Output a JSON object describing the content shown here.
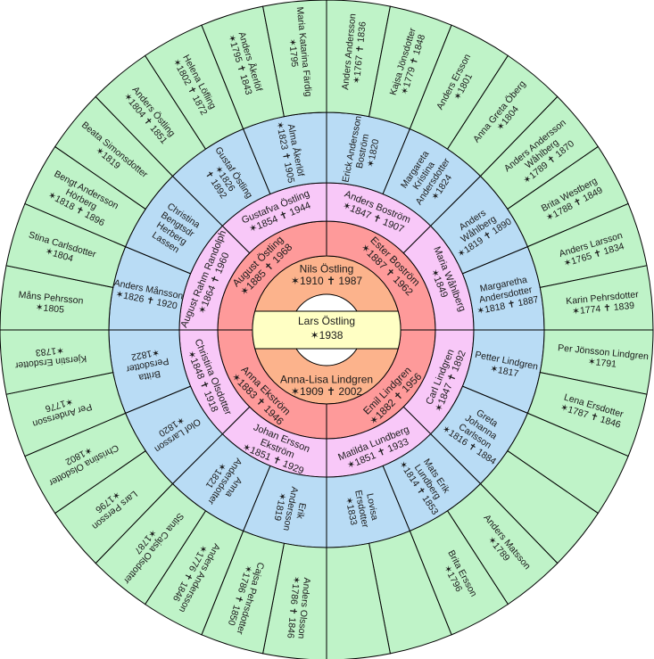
{
  "colors": {
    "center": "#ffffc4",
    "ring1": "#fcb38c",
    "ring2": "#fe9a9a",
    "ring3": "#f8c8f8",
    "ring4": "#b9dcf5",
    "ring5": "#bff3c8",
    "stroke": "#000000"
  },
  "center": {
    "name": "Lars Östling",
    "dates": "✶1938"
  },
  "rings": [
    {
      "ring": 1,
      "persons": [
        {
          "lines": [
            "Nils Östling",
            "✶1910 ✝ 1987"
          ]
        },
        {
          "lines": [
            "Anna-Lisa Lindgren",
            "✶1909 ✝ 2002"
          ]
        }
      ]
    },
    {
      "ring": 2,
      "persons": [
        {
          "lines": [
            "August Östling",
            "✶1885 ✝ 1968"
          ]
        },
        {
          "lines": [
            "Ester Boström",
            "✶1887 ✝ 1962"
          ]
        },
        {
          "lines": [
            "Emil Lindgren",
            "✶1882 ✝ 1956"
          ]
        },
        {
          "lines": [
            "Anna Ekström",
            "✶1883 ✝ 1946"
          ]
        }
      ]
    },
    {
      "ring": 3,
      "persons": [
        {
          "lines": [
            "August Rahm Randolph",
            "✶1864 ✝ 1960"
          ]
        },
        {
          "lines": [
            "Gustafva Östling",
            "✶1854 ✝ 1944"
          ]
        },
        {
          "lines": [
            "Anders Boström",
            "✶1847 ✝ 1907"
          ]
        },
        {
          "lines": [
            "Maria Wåhlberg",
            "✶1849"
          ]
        },
        {
          "lines": [
            "Carl Lindgren",
            "✶1847 ✝ 1892"
          ]
        },
        {
          "lines": [
            "Matilda Lundberg",
            "✶1851 ✝ 1933"
          ]
        },
        {
          "lines": [
            "Johan Ersson",
            "Ekström",
            "✶1851 ✝ 1929"
          ]
        },
        {
          "lines": [
            "Christina Olsdotter",
            "✶1848 ✝ 1918"
          ]
        }
      ]
    },
    {
      "ring": 4,
      "persons": [
        {
          "lines": [
            "Anders Månsson",
            "✶1826 ✝ 1920"
          ]
        },
        {
          "lines": [
            "Christina",
            "Bengtsdr",
            "Herberg",
            "Lassen"
          ]
        },
        {
          "lines": [
            "Gustaf Östling",
            "✶1826",
            "✝ 1892"
          ]
        },
        {
          "lines": [
            "Alma Åkerlöf",
            "✶1823 ✝ 1905"
          ]
        },
        {
          "lines": [
            "Erick Andersson",
            "Boström",
            "✶1820"
          ]
        },
        {
          "lines": [
            "Margareta",
            "Kristina",
            "Andersdotter",
            "✶1824"
          ]
        },
        {
          "lines": [
            "Anders",
            "Wåhlberg",
            "✶1819 ✝ 1890"
          ]
        },
        {
          "lines": [
            "Margaretha",
            "Andersdotter",
            "✶1818 ✝ 1887"
          ]
        },
        {
          "lines": [
            "Petter Lindgren",
            "✶1817"
          ]
        },
        {
          "lines": [
            "Greta",
            "Johanna",
            "Carlsson",
            "✶1816 ✝ 1884"
          ]
        },
        {
          "lines": [
            "Mats Erik",
            "Lundberg",
            "✶1814 ✝ 1853"
          ]
        },
        {
          "lines": [
            "Lovisa",
            "Ersdotter",
            "✶1833"
          ]
        },
        {
          "lines": [
            "Erik",
            "Andersson",
            "✶1819"
          ]
        },
        {
          "lines": [
            "Anna",
            "Andersdotter",
            "✶1821"
          ]
        },
        {
          "lines": [
            "Olof Larsson",
            "✶1820"
          ]
        },
        {
          "lines": [
            "Britta",
            "Persdotter",
            "✶1822"
          ]
        }
      ]
    },
    {
      "ring": 5,
      "persons": [
        {
          "lines": [
            "Måns Pehrsson",
            "✶1805"
          ]
        },
        {
          "lines": [
            "Stina Carlsdotter",
            "✶1804"
          ]
        },
        {
          "lines": [
            "Bengt Andersson",
            "Hörberg",
            "✶1818 ✝ 1896"
          ]
        },
        {
          "lines": [
            "Beata Simonsdotter",
            "✶1819"
          ]
        },
        {
          "lines": [
            "Anders Östling",
            "✶1804 ✝ 1851"
          ]
        },
        {
          "lines": [
            "Helena Löfling",
            "✶1802 ✝ 1872"
          ]
        },
        {
          "lines": [
            "Anders Åkerlöf",
            "✶1795 ✝ 1843"
          ]
        },
        {
          "lines": [
            "Maria Katarina Färdig",
            "✶1795"
          ]
        },
        {
          "lines": [
            "Anders Andersson",
            "✶1767 ✝ 1836"
          ]
        },
        {
          "lines": [
            "Kajsa Jönsdotter",
            "✶1779 ✝ 1848"
          ]
        },
        {
          "lines": [
            "Anders Ersson",
            "✶1801"
          ]
        },
        {
          "lines": [
            "Anna Greta Öberg",
            "✶1804"
          ]
        },
        {
          "lines": [
            "Anders Andersson",
            "Wåhlberg",
            "✶1789 ✝ 1870"
          ]
        },
        {
          "lines": [
            "Brita Westberg",
            "✶1788 ✝ 1849"
          ]
        },
        {
          "lines": [
            "Anders Larsson",
            "✶1765 ✝ 1834"
          ]
        },
        {
          "lines": [
            "Karin Pehrsdotter",
            "✶1774 ✝ 1839"
          ]
        },
        {
          "lines": [
            "Per Jönsson Lindgren",
            "✶1791"
          ]
        },
        {
          "lines": [
            "Lena Ersdotter",
            "✶1787 ✝ 1846"
          ]
        },
        {
          "lines": []
        },
        {
          "lines": []
        },
        {
          "lines": [
            "Anders Matsson",
            "✶1789"
          ]
        },
        {
          "lines": [
            "Brita Ersson",
            "✶1796"
          ]
        },
        {
          "lines": []
        },
        {
          "lines": []
        },
        {
          "lines": [
            "Anders Olsson",
            "✶1786 ✝ 1846"
          ]
        },
        {
          "lines": [
            "Cajsa Pehrsdotter",
            "✶1786 ✝ 1850"
          ]
        },
        {
          "lines": [
            "Anders Andersson",
            "✶1776 ✝ 1846"
          ]
        },
        {
          "lines": [
            "Stina Cajsa Olsdotter",
            "✶1787"
          ]
        },
        {
          "lines": [
            "Lars Persson",
            "✶1796"
          ]
        },
        {
          "lines": [
            "Christina Olsdotter",
            "✶1802"
          ]
        },
        {
          "lines": [
            "Per Andersson",
            "✶1776"
          ]
        },
        {
          "lines": [
            "Kjerstin Ersdotter",
            "✶1783"
          ]
        }
      ]
    }
  ]
}
